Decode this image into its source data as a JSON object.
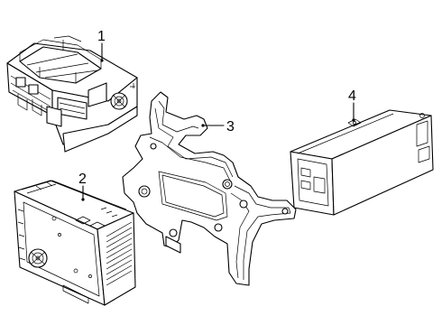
{
  "callouts": {
    "part1": "1",
    "part2": "2",
    "part3": "3",
    "part4": "4"
  },
  "parts": [
    {
      "id": "1",
      "name": "module-1"
    },
    {
      "id": "2",
      "name": "module-2"
    },
    {
      "id": "3",
      "name": "bracket-3"
    },
    {
      "id": "4",
      "name": "module-4"
    }
  ]
}
